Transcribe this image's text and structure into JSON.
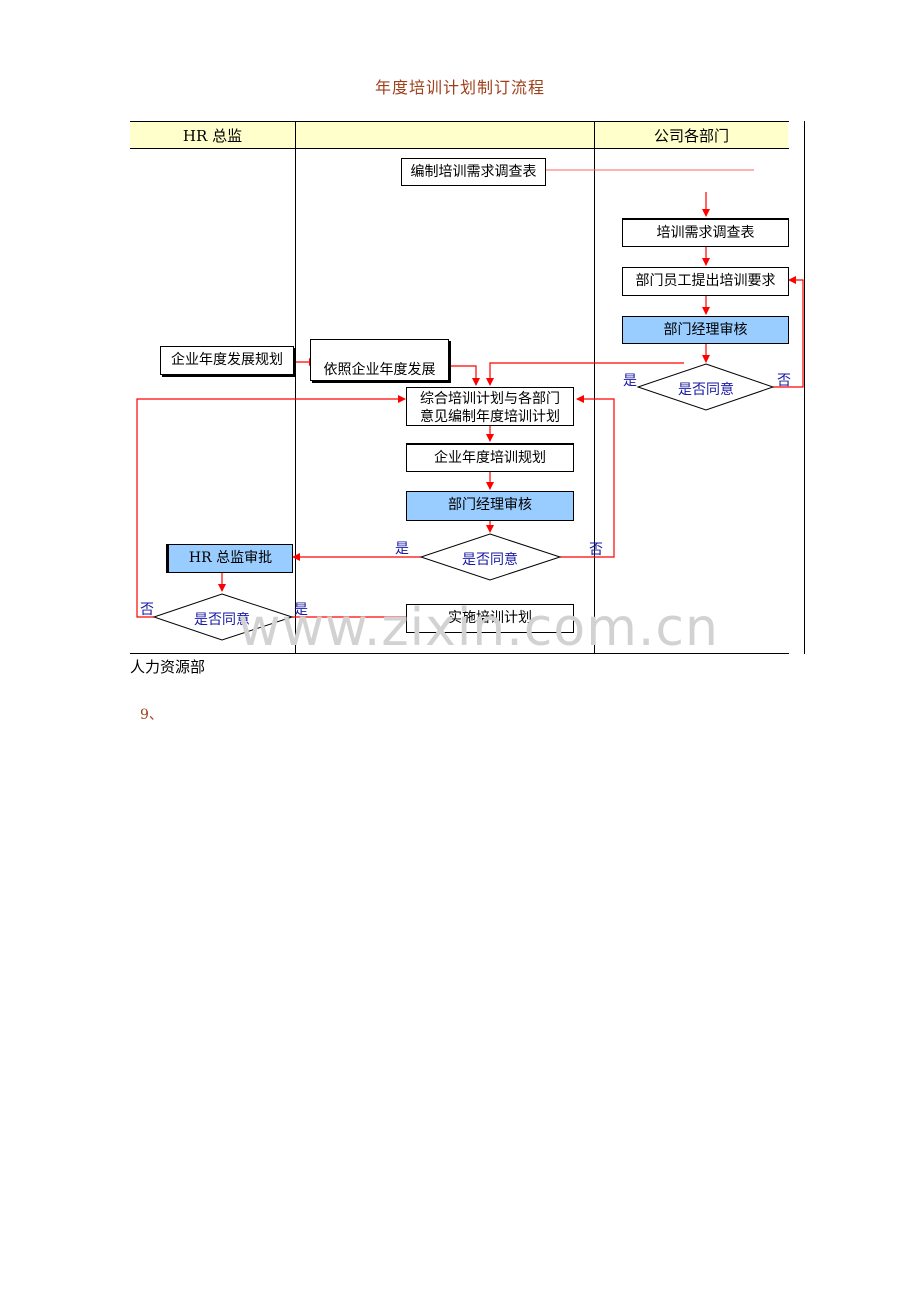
{
  "title": "年度培训计划制订流程",
  "lanes": {
    "left": "HR 总监",
    "middle": "",
    "right": "公司各部门"
  },
  "nodes": {
    "survey_compile": "编制培训需求调查表",
    "survey_form": "培训需求调查表",
    "staff_request": "部门员工提出培训要求",
    "dept_review_1": "部门经理审核",
    "decision_1": "是否同意",
    "corp_dev_plan": "企业年度发展规划",
    "according_plan": "依照企业年度发展",
    "compile_plan_line1": "综合培训计划与各部门",
    "compile_plan_line2": "意见编制年度培训计划",
    "annual_plan": "企业年度培训规划",
    "dept_review_2": "部门经理审核",
    "decision_2": "是否同意",
    "hr_approval": "HR  总监审批",
    "decision_3": "是否同意",
    "implement": "实施培训计划"
  },
  "edge_labels": {
    "yes": "是",
    "no": "否"
  },
  "footer_text": "人力资源部",
  "section_number": "9、",
  "watermark": "www.zixin.com.cn",
  "colors": {
    "header_bg": "#ffffcc",
    "highlight_box": "#99ccff",
    "arrow": "#ff0000",
    "decision_text": "#1a1aa6",
    "title": "#a0401a"
  }
}
